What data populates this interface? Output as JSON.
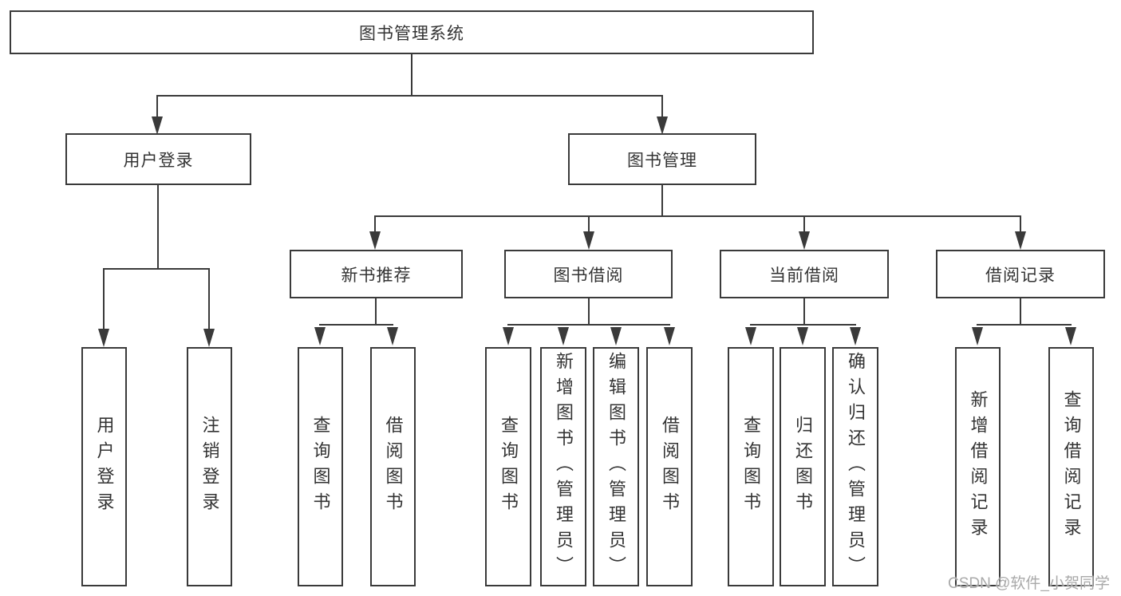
{
  "colors": {
    "line": "#3a3a3a",
    "text": "#333333",
    "watermark": "#a9a9a9"
  },
  "tree": {
    "root": {
      "label": "图书管理系统"
    },
    "branches": [
      {
        "label": "用户登录",
        "children": [
          {
            "label": "用户登录"
          },
          {
            "label": "注销登录"
          }
        ]
      },
      {
        "label": "图书管理",
        "children": [
          {
            "label": "新书推荐",
            "children": [
              {
                "label": "查询图书"
              },
              {
                "label": "借阅图书"
              }
            ]
          },
          {
            "label": "图书借阅",
            "children": [
              {
                "label": "查询图书"
              },
              {
                "label": "新增图书（管理员）"
              },
              {
                "label": "编辑图书（管理员）"
              },
              {
                "label": "借阅图书"
              }
            ]
          },
          {
            "label": "当前借阅",
            "children": [
              {
                "label": "查询图书"
              },
              {
                "label": "归还图书"
              },
              {
                "label": "确认归还（管理员）"
              }
            ]
          },
          {
            "label": "借阅记录",
            "children": [
              {
                "label": "新增借阅记录"
              },
              {
                "label": "查询借阅记录"
              }
            ]
          }
        ]
      }
    ]
  },
  "watermark": {
    "text": "CSDN @软件_小贺同学"
  }
}
